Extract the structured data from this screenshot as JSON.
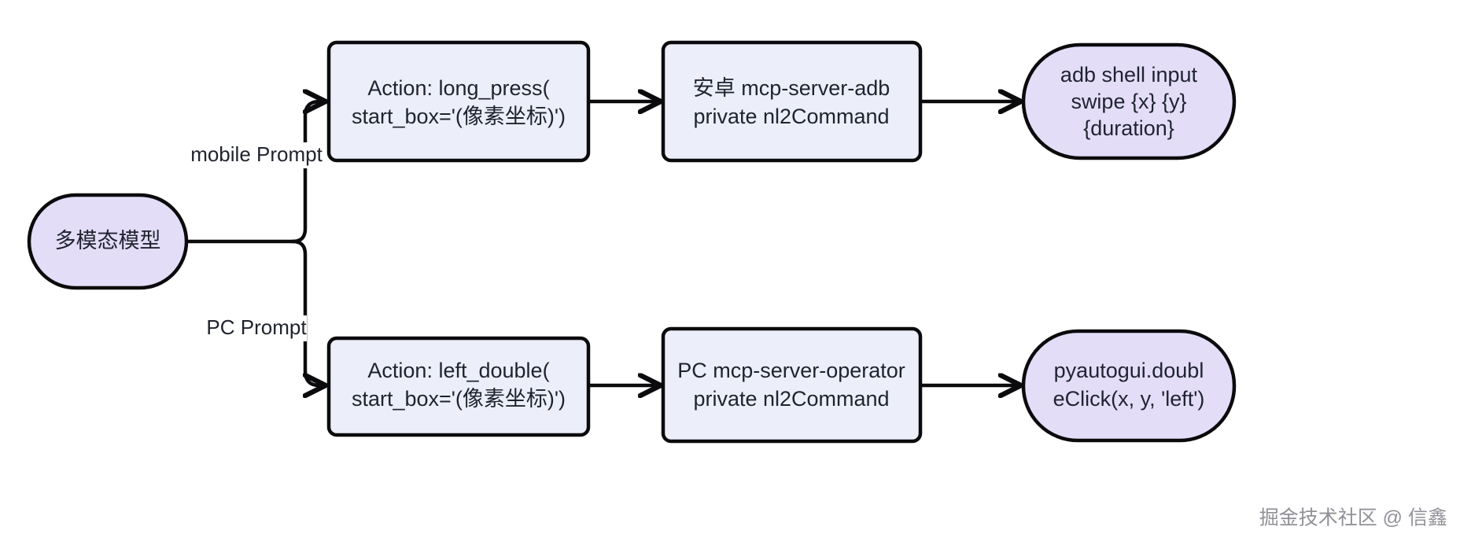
{
  "diagram": {
    "title": "multimodal model action routing flowchart",
    "orientation": "left-to-right",
    "background": "#ffffff",
    "colors": {
      "process_fill": "#eceff9",
      "stadium_fill": "#e4ddf8",
      "stroke": "#0b0b0d",
      "text": "#1f2330",
      "watermark": "#7d7d86"
    }
  },
  "nodes": {
    "root": {
      "shape": "stadium",
      "lines": [
        "多模态模型"
      ]
    },
    "mobile_action": {
      "shape": "process",
      "line1_plain": "Action: ",
      "line1_bold": "long_press",
      "line1_tail": "(",
      "line2": "start_box='(像素坐标)')"
    },
    "mobile_server": {
      "shape": "process",
      "line1": "安卓 mcp-server-adb",
      "line2_plain": "private ",
      "line2_bold": "nl2Command"
    },
    "mobile_command": {
      "shape": "stadium",
      "line1": "adb shell input",
      "line2": "swipe {x} {y}",
      "line3": "{duration}"
    },
    "pc_action": {
      "shape": "process",
      "line1_plain": "Action: ",
      "line1_bold": "left_double",
      "line1_tail": "(",
      "line2": "start_box='(像素坐标)')"
    },
    "pc_server": {
      "shape": "process",
      "line1": "PC mcp-server-operator",
      "line2_plain": "private ",
      "line2_bold": "nl2Command"
    },
    "pc_command": {
      "shape": "stadium",
      "line1": "pyautogui.doubl",
      "line2": "eClick(x, y, 'left')"
    }
  },
  "edges": {
    "root_to_mobile": {
      "label": "mobile Prompt"
    },
    "root_to_pc": {
      "label": "PC Prompt"
    },
    "mobile_action_to_server": {
      "label": ""
    },
    "mobile_server_to_command": {
      "label": ""
    },
    "pc_action_to_server": {
      "label": ""
    },
    "pc_server_to_command": {
      "label": ""
    }
  },
  "watermark": {
    "text": "掘金技术社区 @ 信鑫"
  }
}
